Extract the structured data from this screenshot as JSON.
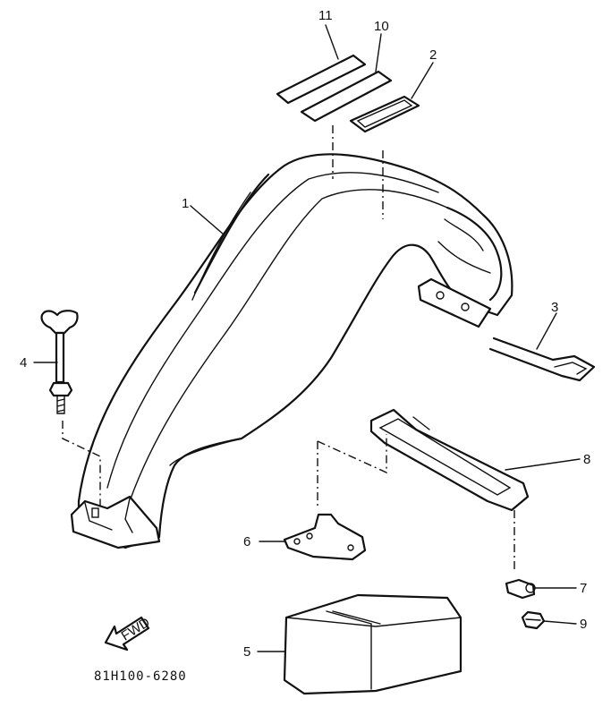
{
  "diagram": {
    "part_labels": {
      "p1": "1",
      "p2": "2",
      "p3": "3",
      "p4": "4",
      "p5": "5",
      "p6": "6",
      "p7": "7",
      "p8": "8",
      "p9": "9",
      "p10": "10",
      "p11": "11"
    },
    "forward_arrow_text": "FWD",
    "drawing_code": "81H100-6280"
  }
}
